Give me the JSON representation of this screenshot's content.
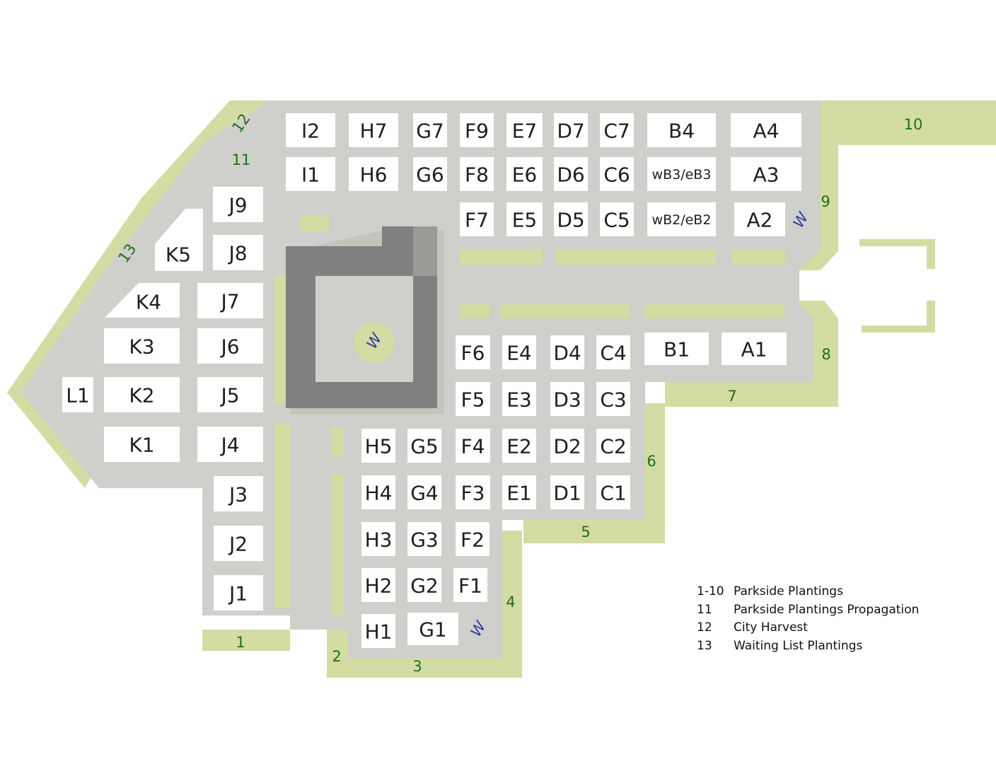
{
  "plots": {
    "I2": "I2",
    "H7": "H7",
    "G7": "G7",
    "F9": "F9",
    "E7": "E7",
    "D7": "D7",
    "C7": "C7",
    "B4": "B4",
    "A4": "A4",
    "I1": "I1",
    "H6": "H6",
    "G6": "G6",
    "F8": "F8",
    "E6": "E6",
    "D6": "D6",
    "C6": "C6",
    "wB3eB3": "wB3/eB3",
    "A3": "A3",
    "F7": "F7",
    "E5": "E5",
    "D5": "D5",
    "C5": "C5",
    "wB2eB2": "wB2/eB2",
    "A2": "A2",
    "J9": "J9",
    "K5": "K5",
    "J8": "J8",
    "K4": "K4",
    "J7": "J7",
    "K3": "K3",
    "J6": "J6",
    "L1": "L1",
    "K2": "K2",
    "J5": "J5",
    "K1": "K1",
    "J4": "J4",
    "J3": "J3",
    "J2": "J2",
    "J1": "J1",
    "F6": "F6",
    "E4": "E4",
    "D4": "D4",
    "C4": "C4",
    "B1": "B1",
    "A1": "A1",
    "F5": "F5",
    "E3": "E3",
    "D3": "D3",
    "C3": "C3",
    "H5": "H5",
    "G5": "G5",
    "F4": "F4",
    "E2": "E2",
    "D2": "D2",
    "C2": "C2",
    "H4": "H4",
    "G4": "G4",
    "F3": "F3",
    "E1": "E1",
    "D1": "D1",
    "C1": "C1",
    "H3": "H3",
    "G3": "G3",
    "F2": "F2",
    "H2": "H2",
    "G2": "G2",
    "F1": "F1",
    "H1": "H1",
    "G1": "G1"
  },
  "zones": {
    "z1": "1",
    "z2": "2",
    "z3": "3",
    "z4": "4",
    "z5": "5",
    "z6": "6",
    "z7": "7",
    "z8": "8",
    "z9": "9",
    "z10": "10",
    "z11": "11",
    "z12": "12",
    "z13": "13"
  },
  "water_marks": {
    "label": "W"
  },
  "legend": [
    {
      "code": "1-10",
      "label": "Parkside Plantings"
    },
    {
      "code": "11",
      "label": "Parkside Plantings Propagation"
    },
    {
      "code": "12",
      "label": "City Harvest"
    },
    {
      "code": "13",
      "label": "Waiting List Plantings"
    }
  ],
  "colors": {
    "path": "#cfcfcb",
    "green": "#d3dca2",
    "building": "#808080",
    "plot": "#ffffff",
    "zone_text": "#1f6e1f",
    "water_text": "#2c3ca8"
  }
}
